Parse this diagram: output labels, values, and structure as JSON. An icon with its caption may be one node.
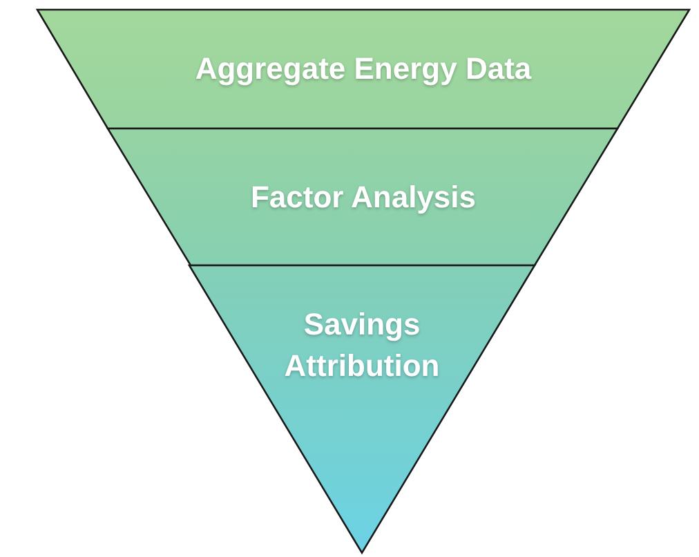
{
  "diagram": {
    "nodes": [
      {
        "text": [
          "Aggregate Energy Data"
        ]
      },
      {
        "text": [
          "Factor Analysis"
        ]
      },
      {
        "text": [
          "Savings Attribution"
        ]
      }
    ]
  }
}
